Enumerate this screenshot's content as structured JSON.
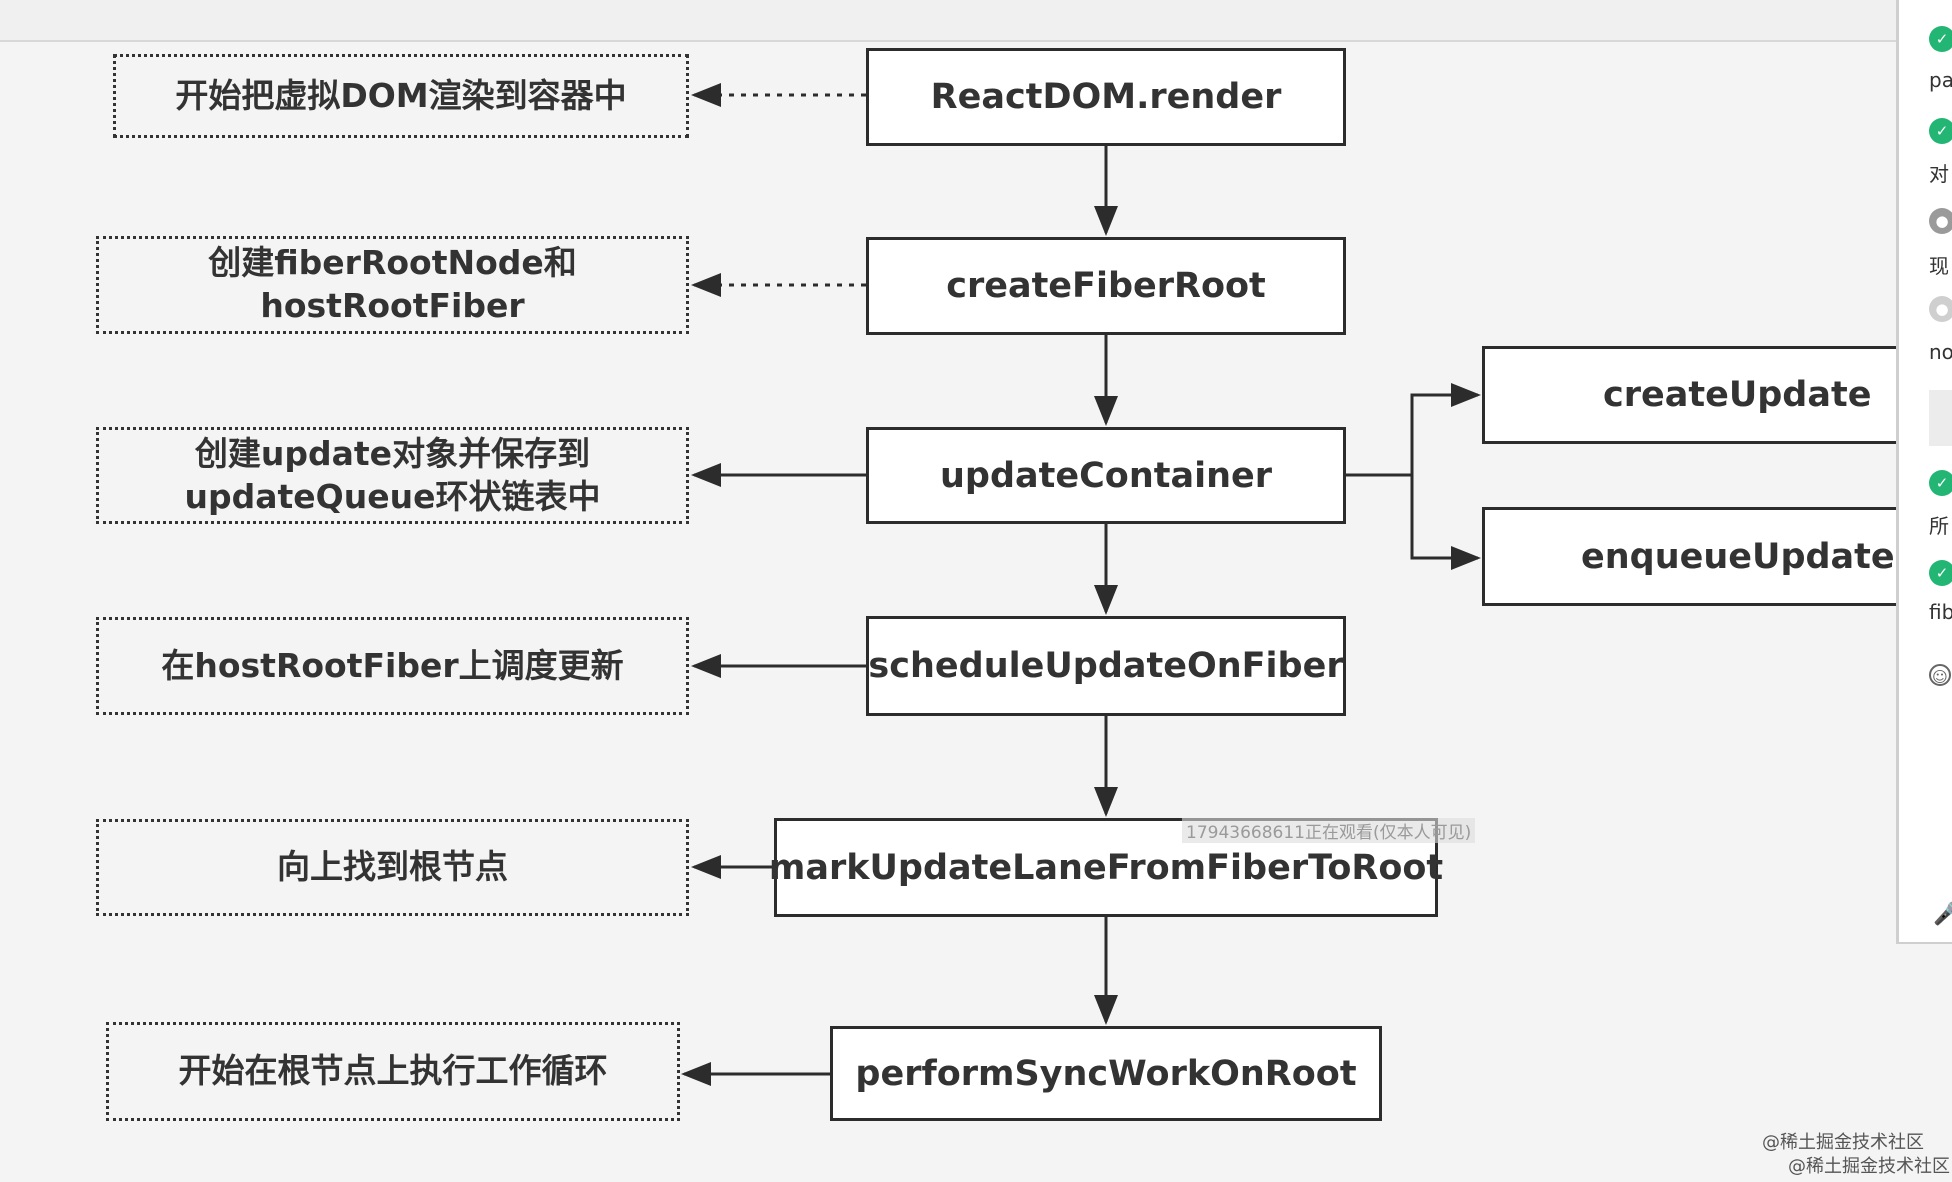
{
  "main_nodes": {
    "render": "ReactDOM.render",
    "create_fiber_root": "createFiberRoot",
    "update_container": "updateContainer",
    "schedule_update": "scheduleUpdateOnFiber",
    "mark_update_lane": "markUpdateLaneFromFiberToRoot",
    "perform_sync_work": "performSyncWorkOnRoot"
  },
  "side_nodes": {
    "create_update": "createUpdate",
    "enqueue_update": "enqueueUpdate"
  },
  "notes": {
    "render": [
      "开始把虚拟DOM渲染到容器中"
    ],
    "create_fiber_root": [
      "创建fiberRootNode和",
      "hostRootFiber"
    ],
    "update_container": [
      "创建update对象并保存到",
      "updateQueue环状链表中"
    ],
    "schedule_update": [
      "在hostRootFiber上调度更新"
    ],
    "mark_update_lane": [
      "向上找到根节点"
    ],
    "perform_sync_work": [
      "开始在根节点上执行工作循环"
    ]
  },
  "chat": {
    "entries": [
      "pa",
      "对",
      "现",
      "no",
      "所",
      "fib"
    ]
  },
  "overlay": "17943668611正在观看(仅本人可见)",
  "watermarks": [
    "@稀土掘金技术社区",
    "@稀土掘金技术社区"
  ],
  "colors": {
    "background": "#f4f4f4",
    "box_border": "#2c2c2c",
    "text": "#333333",
    "chat_avatar": "#22b573"
  }
}
